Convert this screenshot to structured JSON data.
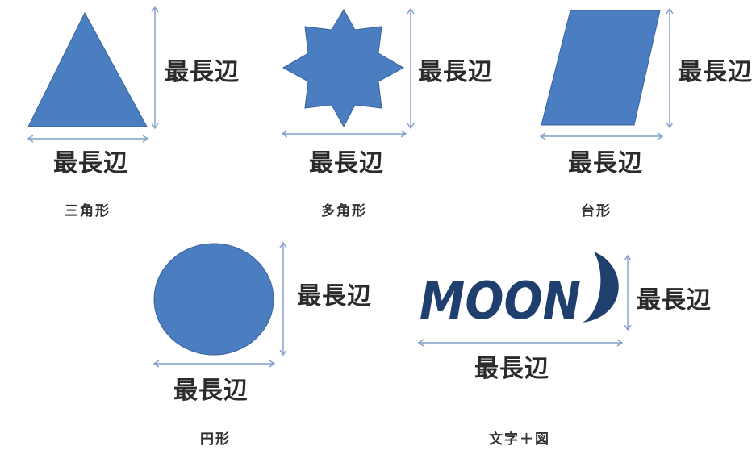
{
  "colors": {
    "shape_fill": "#4a7ec1",
    "shape_stroke": "#35639f",
    "arrow": "#7f9fc8",
    "logo_fill": "#1f3f6e",
    "text": "#2b2b2b"
  },
  "figures": [
    {
      "key": "triangle",
      "caption": "三角形",
      "width_label": "最長辺",
      "height_label": "最長辺",
      "icon": "triangle-shape"
    },
    {
      "key": "polygon",
      "caption": "多角形",
      "width_label": "最長辺",
      "height_label": "最長辺",
      "icon": "eight-point-star-shape"
    },
    {
      "key": "trapezoid",
      "caption": "台形",
      "width_label": "最長辺",
      "height_label": "最長辺",
      "icon": "parallelogram-shape"
    },
    {
      "key": "circle",
      "caption": "円形",
      "width_label": "最長辺",
      "height_label": "最長辺",
      "icon": "circle-shape"
    },
    {
      "key": "text_figure",
      "caption": "文字＋図",
      "width_label": "最長辺",
      "height_label": "最長辺",
      "icon": "moon-logo",
      "logo_text": "MOON"
    }
  ]
}
